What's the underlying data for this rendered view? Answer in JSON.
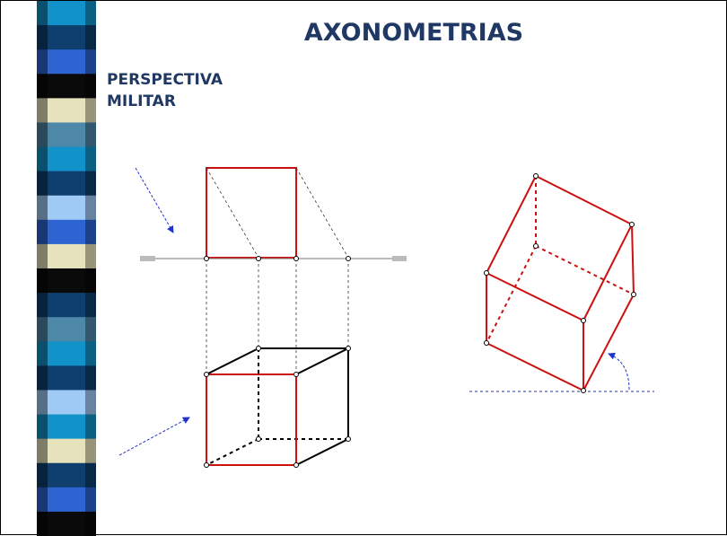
{
  "slide": {
    "title": "AXONOMETRIAS",
    "subtitle_line1": "PERSPECTIVA",
    "subtitle_line2": "MILITAR"
  },
  "colors": {
    "title": "#1f3864",
    "outline_red": "#cc1111",
    "outline_black": "#000000",
    "direction_arrow": "#2233cc",
    "projection_dash": "#333333"
  },
  "side_bar": {
    "stripes": [
      "#1193c9",
      "#0e3f6e",
      "#2d64d2",
      "#0a0a0a",
      "#e6e3bc",
      "#4e88a8",
      "#1193c9",
      "#0e3f6e",
      "#9fcaf5",
      "#2d64d2",
      "#e6e3bc",
      "#0a0a0a",
      "#0e3f6e",
      "#4e88a8",
      "#1193c9",
      "#0e3f6e",
      "#9fcaf5",
      "#1193c9",
      "#e6e3bc",
      "#0e3f6e",
      "#2d64d2",
      "#0a0a0a"
    ]
  },
  "icons": {
    "direction_arrows": "dashed-arrow-icon",
    "rotation_arc": "curved-arrow-icon"
  }
}
